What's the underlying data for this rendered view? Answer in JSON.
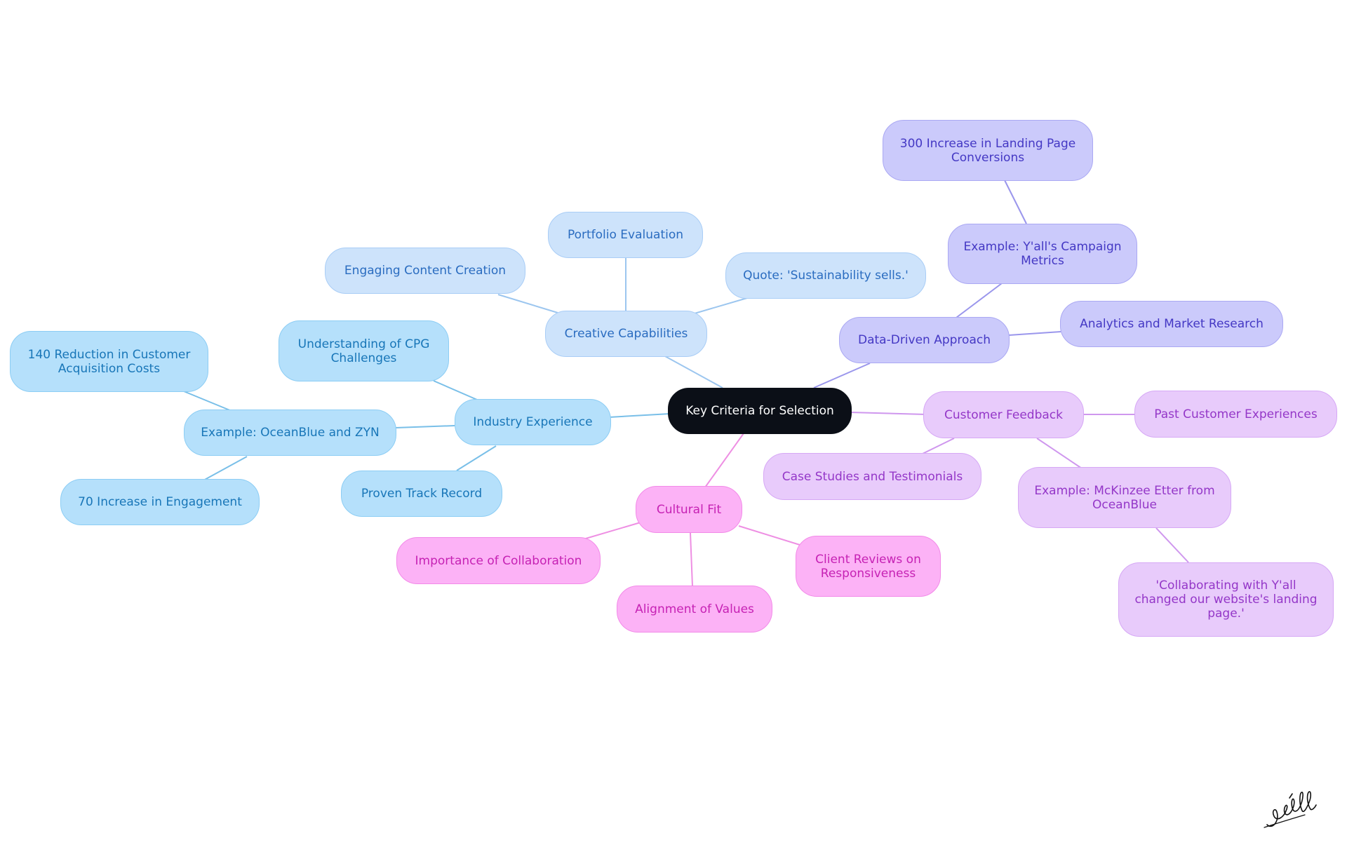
{
  "root": {
    "label": "Key Criteria for Selection"
  },
  "colors": {
    "root": "#0b0f17",
    "creative": "#cde3fb",
    "industry": "#b5e0fb",
    "data": "#cbcafb",
    "feedback": "#e8cbfb",
    "cultural": "#fcb2f6",
    "link_creative": "#9cc6ef",
    "link_industry": "#79bfe8",
    "link_data": "#9a96ec",
    "link_feedback": "#cf97ee",
    "link_cultural": "#ee8fe3"
  },
  "branches": {
    "creative": {
      "label": "Creative Capabilities",
      "children": [
        "Engaging Content Creation",
        "Portfolio Evaluation",
        "Quote: 'Sustainability sells.'"
      ]
    },
    "industry": {
      "label": "Industry Experience",
      "children": [
        "Understanding of CPG\nChallenges",
        "Proven Track Record"
      ],
      "example": {
        "label": "Example: OceanBlue and ZYN",
        "children": [
          "140 Reduction in Customer\nAcquisition Costs",
          "70 Increase in Engagement"
        ]
      }
    },
    "data": {
      "label": "Data-Driven Approach",
      "children": [
        "Analytics and Market Research"
      ],
      "example": {
        "label": "Example: Y'all's Campaign\nMetrics",
        "children": [
          "300 Increase in Landing Page\nConversions"
        ]
      }
    },
    "feedback": {
      "label": "Customer Feedback",
      "children": [
        "Past Customer Experiences",
        "Case Studies and Testimonials"
      ],
      "example": {
        "label": "Example: McKinzee Etter from\nOceanBlue",
        "children": [
          "'Collaborating with Y'all\nchanged our website's landing\npage.'"
        ]
      }
    },
    "cultural": {
      "label": "Cultural Fit",
      "children": [
        "Importance of Collaboration",
        "Alignment of Values",
        "Client Reviews on\nResponsiveness"
      ]
    }
  },
  "logo": {
    "icon": "yall-signature-logo",
    "text": "Y'all"
  }
}
